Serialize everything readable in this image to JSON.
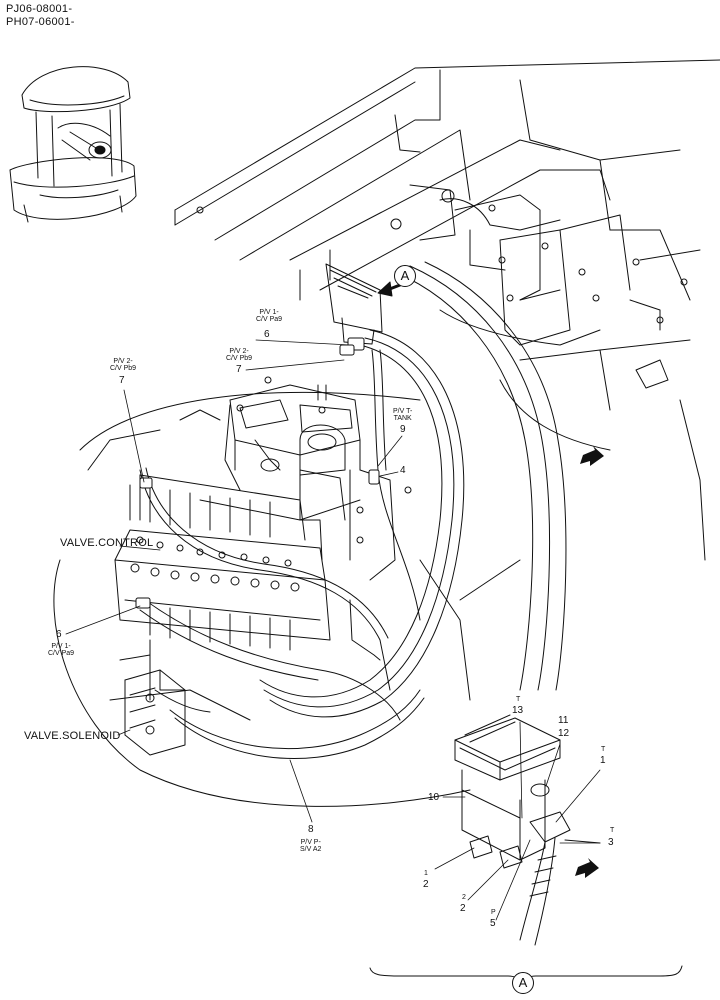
{
  "header": {
    "code_line_1": "PJ06-08001-",
    "code_line_2": "PH07-06001-"
  },
  "views": {
    "detail_marker": "A",
    "detail_marker_bottom": "A"
  },
  "components": {
    "valve_control": "VALVE.CONTROL",
    "valve_solenoid": "VALVE.SOLENOID"
  },
  "callouts": {
    "c6_top_sub": "P/V 1-\nC/V Pa9",
    "c6_top_num": "6",
    "c7_top_sub": "P/V 2-\nC/V Pb9",
    "c7_top_num": "7",
    "c7_left_sub": "P/V 2-\nC/V Pb9",
    "c7_left_num": "7",
    "c9_sub": "P/V T-\nTANK",
    "c9_num": "9",
    "c4_num": "4",
    "c6_left_num": "6",
    "c6_left_sub": "P/V 1-\nC/V Pa9",
    "c8_num": "8",
    "c8_sub": "P/V P-\nS/V A2"
  },
  "detail_callouts": {
    "t13_sub": "T",
    "t13_num": "13",
    "n11": "11",
    "n12": "12",
    "t1_sub": "T",
    "t1_num": "1",
    "n10": "10",
    "t3_sub": "T",
    "t3_num": "3",
    "p1_sub": "1",
    "p1_num": "2",
    "p2_sub": "2",
    "p2_num": "2",
    "p5_sub": "P",
    "p5_num": "5"
  }
}
